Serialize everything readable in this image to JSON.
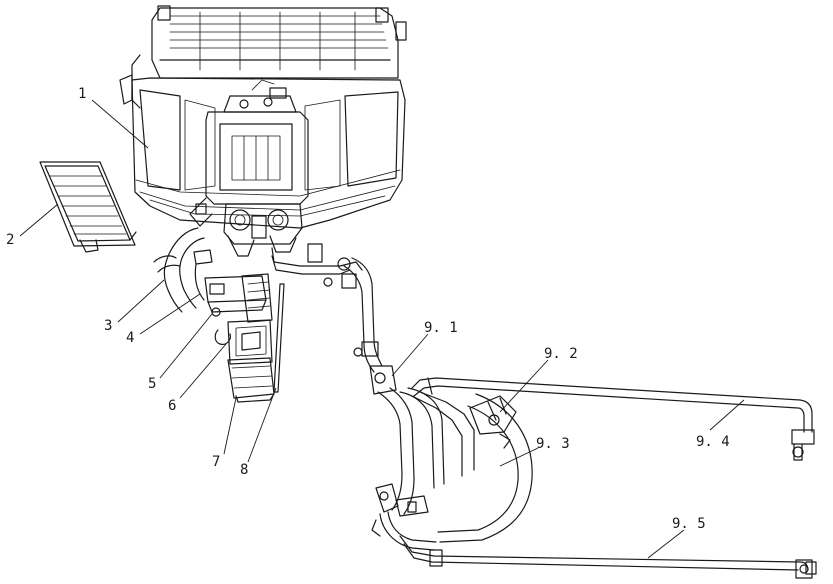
{
  "figure": {
    "callouts": [
      {
        "id": "c-1",
        "text": "1"
      },
      {
        "id": "c-2",
        "text": "2"
      },
      {
        "id": "c-3",
        "text": "3"
      },
      {
        "id": "c-4",
        "text": "4"
      },
      {
        "id": "c-5",
        "text": "5"
      },
      {
        "id": "c-6",
        "text": "6"
      },
      {
        "id": "c-7",
        "text": "7"
      },
      {
        "id": "c-8",
        "text": "8"
      },
      {
        "id": "c-9-1",
        "text": "9. 1"
      },
      {
        "id": "c-9-2",
        "text": "9. 2"
      },
      {
        "id": "c-9-3",
        "text": "9. 3"
      },
      {
        "id": "c-9-4",
        "text": "9. 4"
      },
      {
        "id": "c-9-5",
        "text": "9. 5"
      }
    ]
  }
}
